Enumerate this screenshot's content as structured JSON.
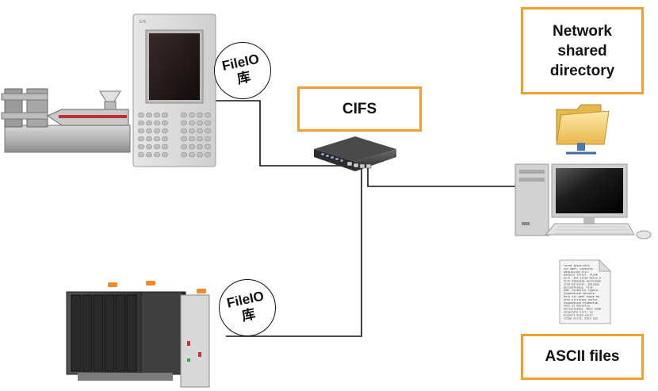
{
  "labels": {
    "cifs": "CIFS",
    "network_dir_line1": "Network",
    "network_dir_line2": "shared",
    "network_dir_line3": "directory",
    "ascii_files": "ASCII files"
  },
  "callouts": {
    "top_line1": "FileIO",
    "top_line2": "库",
    "bottom_line1": "FileIO",
    "bottom_line2": "库"
  },
  "hmi_brand": "E/S",
  "document_text": [
    "lorem ipsum dolo",
    "sit amet, consecte",
    "adipiscing elit.",
    "posuere tortor. Vivam",
    "elit. Sed vitae metus a",
    "elit bibendum malesuada",
    "urna pulvinar. Quisque",
    "pellentesque. Cras",
    "nam. Curabitur ligula.",
    "Suspendisse posuere.",
    "Duis sit amet augue ma",
    "eros ultricies auctor.",
    "Suspendisse elementum.",
    "nunc at molestie",
    "pellentesque. Nunc quam",
    "vulputate elit, eu",
    "blandit enim velit",
    "vitae nulla. Duis sed"
  ],
  "colors": {
    "accent_border": "#f0a030",
    "line": "#111111"
  }
}
